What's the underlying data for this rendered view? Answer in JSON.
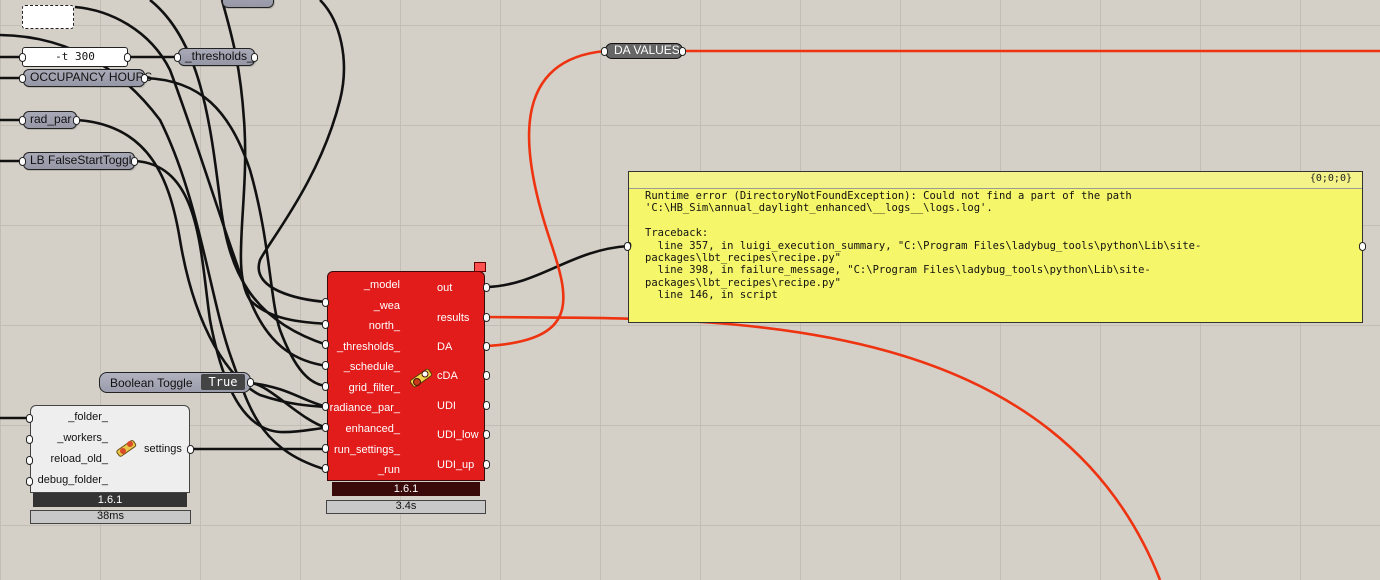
{
  "canvas": {
    "background": "#d4d0c8",
    "wire_color": "#111111",
    "selected_wire_color": "#ee3311"
  },
  "params": {
    "thresholds": "_thresholds_",
    "occupancy": "OCCUPANCY HOURS",
    "rad_par": "rad_par",
    "false_start": "LB FalseStartToggle",
    "da_values": "DA VALUES"
  },
  "threshold_panel": {
    "value": "-t 300"
  },
  "bool_toggle": {
    "label": "Boolean Toggle",
    "value": "True"
  },
  "red_component": {
    "inputs": [
      "_model",
      "_wea",
      "north_",
      "_thresholds_",
      "_schedule_",
      "grid_filter_",
      "radiance_par_",
      "enhanced_",
      "run_settings_",
      "_run"
    ],
    "outputs": [
      "out",
      "results",
      "DA",
      "cDA",
      "UDI",
      "UDI_low",
      "UDI_up"
    ],
    "version": "1.6.1",
    "timer": "3.4s",
    "icon": "ladybug-daylight-icon",
    "color": "#e21b1b"
  },
  "grey_component": {
    "inputs": [
      "_folder_",
      "_workers_",
      "reload_old_",
      "debug_folder_"
    ],
    "output": "settings",
    "version": "1.6.1",
    "timer": "38ms",
    "icon": "settings-recipe-icon"
  },
  "error_panel": {
    "path": "{0;0;0}",
    "index": "0",
    "text": "Runtime error (DirectoryNotFoundException): Could not find a part of the path\n'C:\\HB_Sim\\annual_daylight_enhanced\\__logs__\\logs.log'.\n\nTraceback:\n  line 357, in luigi_execution_summary, \"C:\\Program Files\\ladybug_tools\\python\\Lib\\site-\npackages\\lbt_recipes\\recipe.py\"\n  line 398, in failure_message, \"C:\\Program Files\\ladybug_tools\\python\\Lib\\site-\npackages\\lbt_recipes\\recipe.py\"\n  line 146, in script",
    "color": "#f6f66a"
  }
}
